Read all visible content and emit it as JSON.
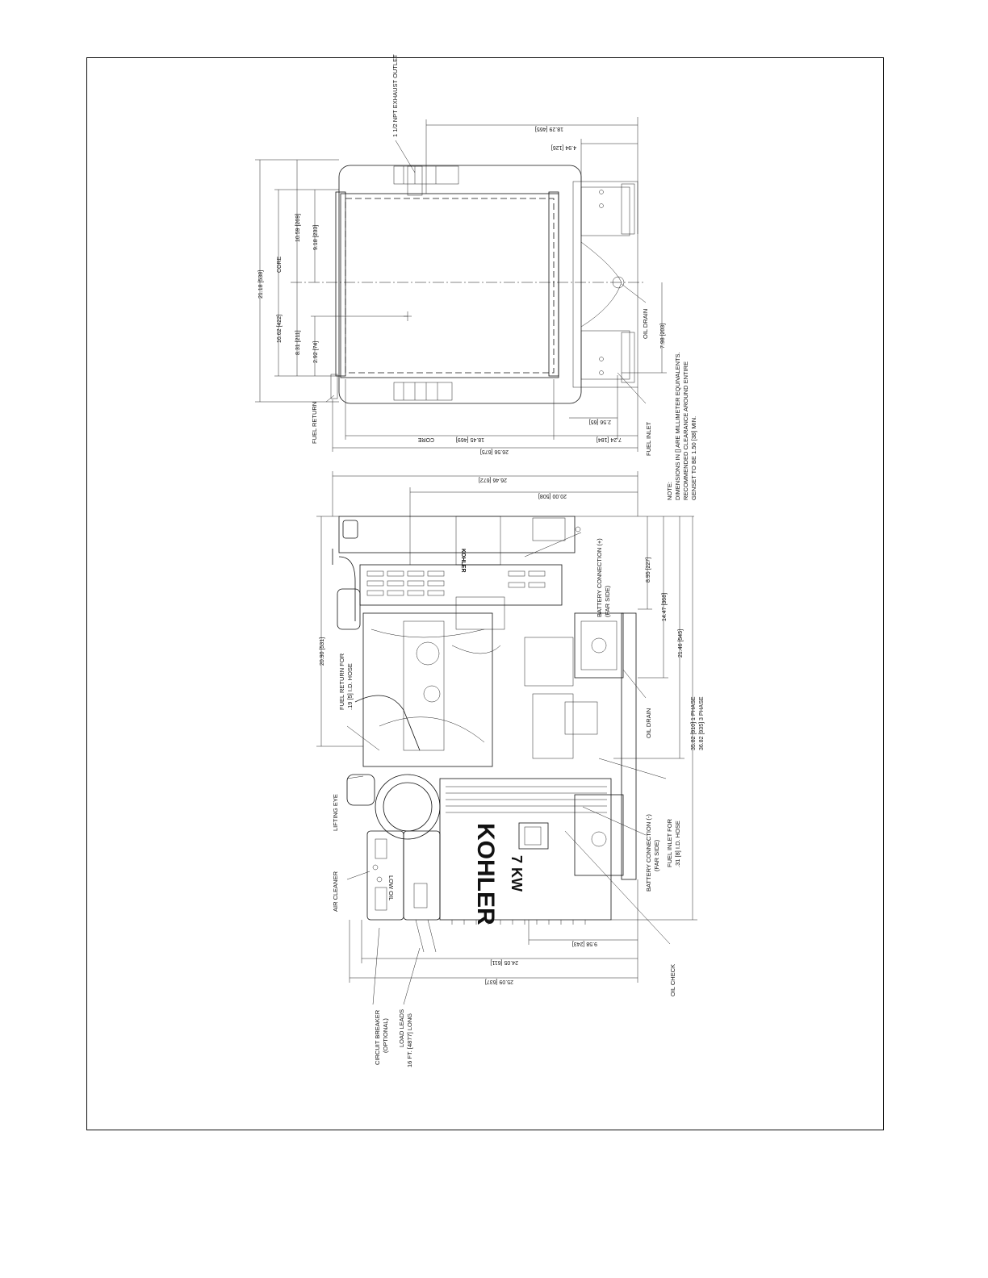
{
  "top_view": {
    "exhaust_outlet": "1 1/2 NPT EXHAUST OUTLET",
    "oil_drain": "OIL DRAIN",
    "fuel_return": "FUEL RETURN",
    "fuel_inlet": "FUEL INLET",
    "core_left": "CORE",
    "core_bottom": "CORE",
    "dims": {
      "d_1829": "18.29 [465]",
      "d_494": "4.94 [126]",
      "d_2118": "21.18 [538]",
      "d_1059": "10.59 [269]",
      "d_918": "9.18 [233]",
      "d_1662": "16.62 [422]",
      "d_831": "8.31 [211]",
      "d_292": "2.92 [74]",
      "d_798": "7.98 [203]",
      "d_256": "2.56 [65]",
      "d_724": "7.24 [184]",
      "d_1845": "18.45 [469]",
      "d_2656": "26.56 [675]"
    }
  },
  "note": {
    "line1": "NOTE:",
    "line2": "DIMENSIONS IN [] ARE MILLIMETER EQUIVALENTS.",
    "line3": "RECOMMENDED CLEARANCE AROUND ENTIRE",
    "line4": "GENSET TO BE 1.50 [38] MIN."
  },
  "side_view": {
    "dims": {
      "d_2646": "26.46 [672]",
      "d_2000": "20.00 [508]",
      "d_2090": "20.90 [531]",
      "d_895": "8.95 [227]",
      "d_1447": "14.47 [368]",
      "d_2146": "21.46 [545]",
      "d_3582": "35.82 [910] 1 PHASE",
      "d_3682": "36.82 [935] 3 PHASE",
      "d_958": "9.58 [243]",
      "d_2405": "24.05 [611]",
      "d_2509": "25.09 [637]"
    },
    "labels": {
      "battery_pos_1": "BATTERY CONNECTION (+)",
      "battery_pos_2": "(FAR SIDE)",
      "fuel_return_for": "FUEL RETURN FOR",
      "fuel_return_hose": ".19 [5] I.D. HOSE",
      "oil_drain": "OIL DRAIN",
      "lifting_eye": "LIFTING EYE",
      "air_cleaner": "AIR CLEANER",
      "battery_neg_1": "BATTERY CONNECTION (-)",
      "battery_neg_2": "(FAR SIDE)",
      "fuel_inlet_for": "FUEL INLET FOR",
      "fuel_inlet_hose": ".31 [8] I.D. HOSE",
      "oil_check": "OIL CHECK",
      "circuit_breaker_1": "CIRCUIT BREAKER",
      "circuit_breaker_2": "(OPTIONAL)",
      "load_leads_1": "LOAD LEADS",
      "load_leads_2": "16 FT. [4877] LONG"
    },
    "logo_large": "KOHLER",
    "logo_small": "KOHLER",
    "kw_text": "7 KW",
    "panel_text": "LOW OIL"
  }
}
